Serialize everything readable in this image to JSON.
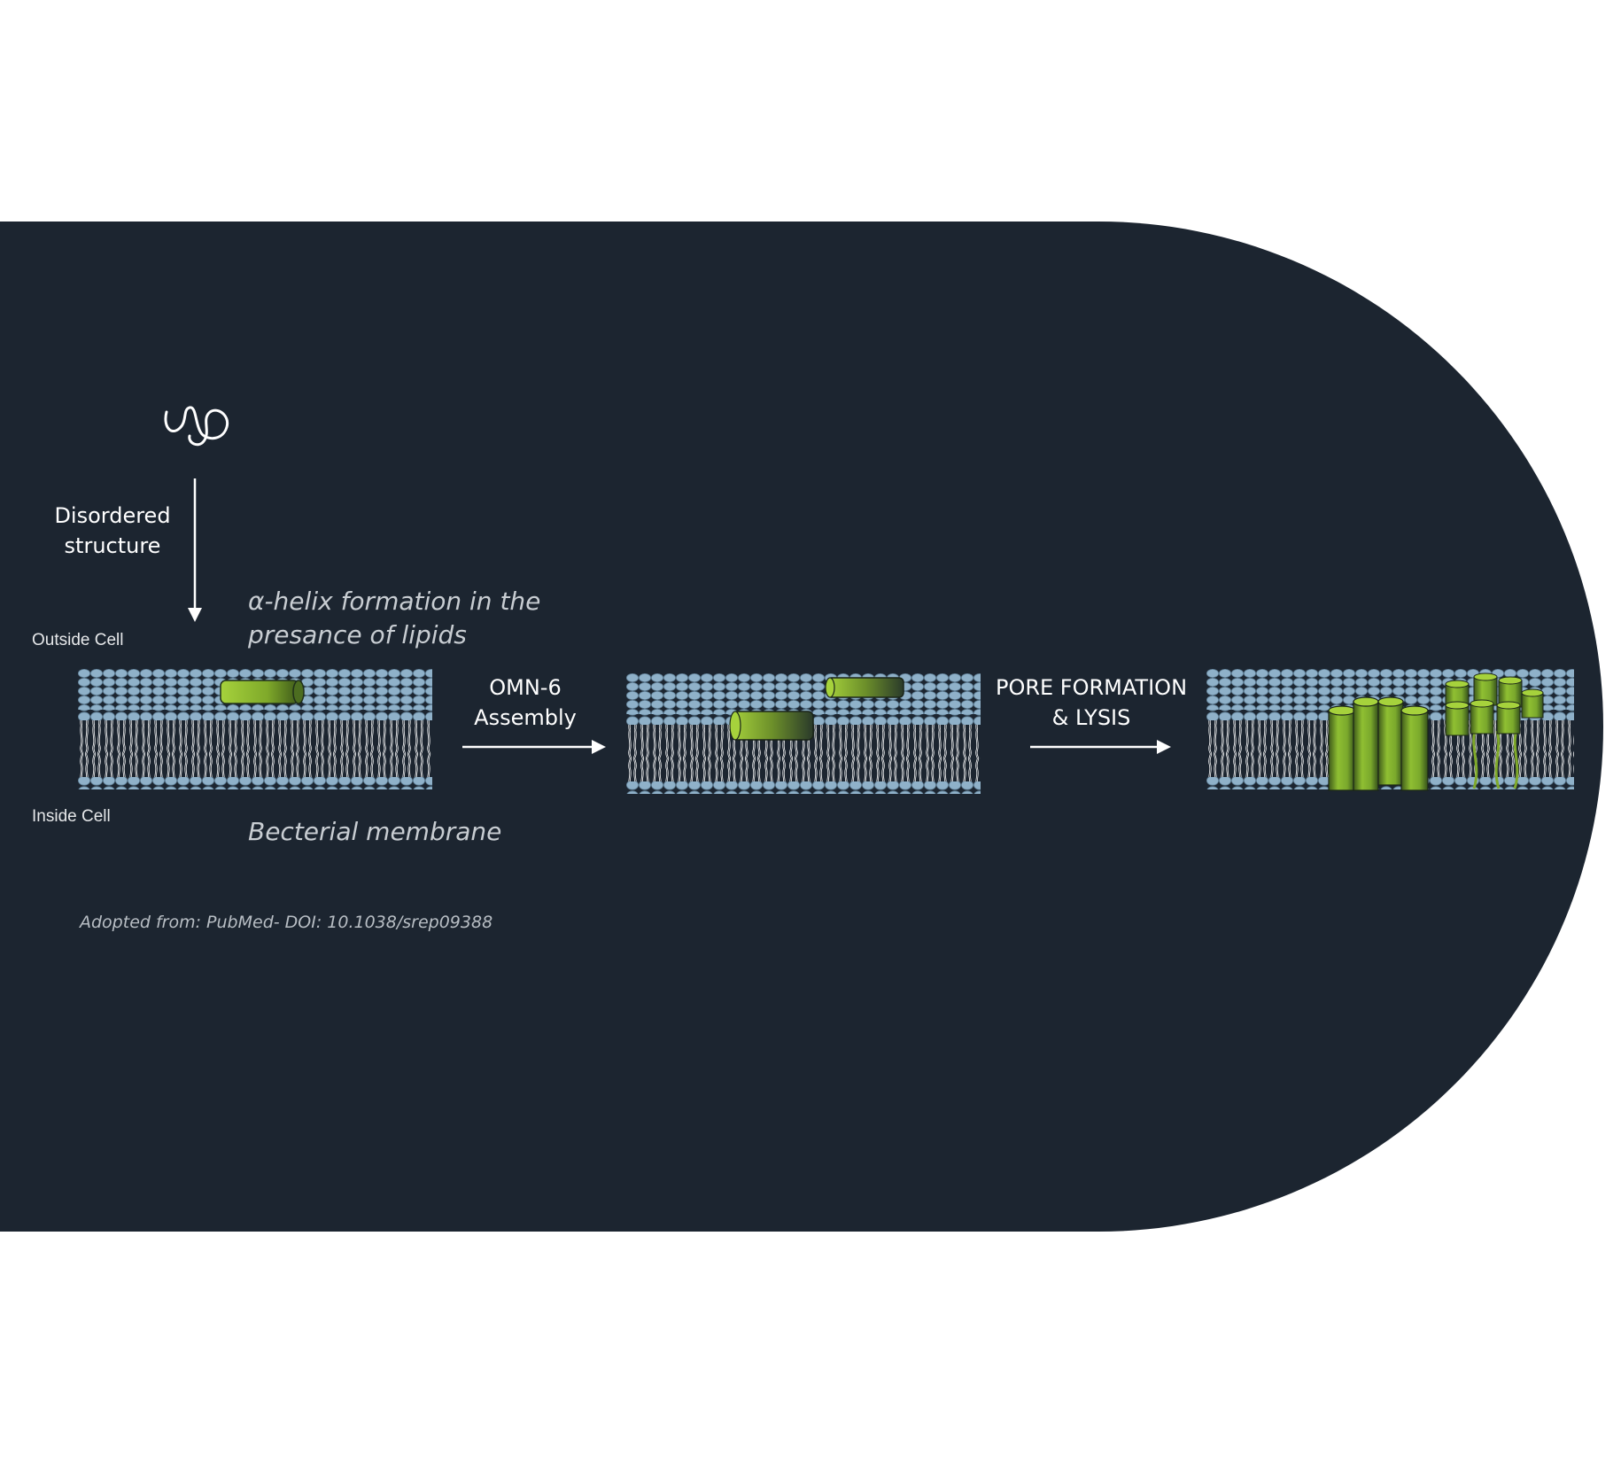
{
  "labels": {
    "disordered": "Disordered\nstructure",
    "helix_formation": "α-helix formation in the\npresance of lipids",
    "outside_cell": "Outside Cell",
    "inside_cell": "Inside Cell",
    "membrane": "Becterial membrane",
    "assembly": "OMN-6\nAssembly",
    "pore": "PORE FORMATION\n& LYSIS",
    "credit": "Adopted from: PubMed- DOI: 10.1038/srep09388"
  },
  "colors": {
    "background": "#1c2530",
    "lipid_head": "#8fb1c9",
    "lipid_head_edge": "#5f7f96",
    "lipid_tail": "#ffffff",
    "helix_light": "#a6d23c",
    "helix_dark": "#3e5a1a",
    "text": "#ffffff",
    "text_muted": "#c8cdd2"
  },
  "icons": [
    "random-coil-icon",
    "arrow-down-icon",
    "arrow-right-icon",
    "helix-cylinder-icon",
    "membrane-slab-icon",
    "pore-icon"
  ]
}
